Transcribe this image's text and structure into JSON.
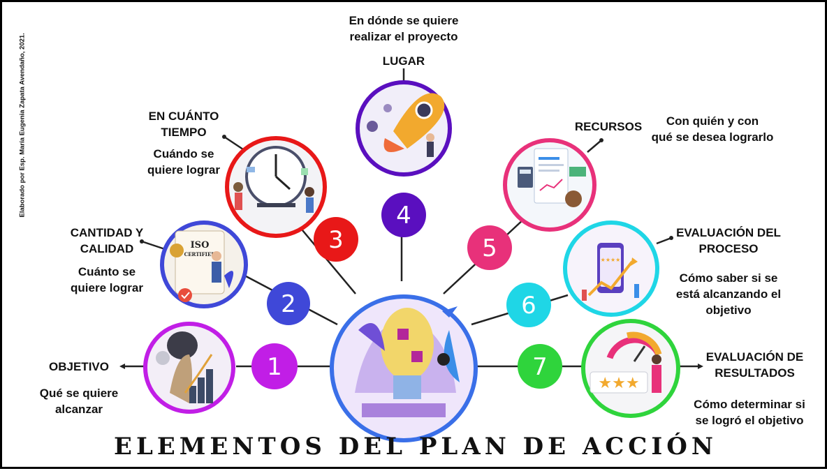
{
  "credit": "Elaborado por Esp. María Eugenia Zapata Avendaño, 2021.",
  "title": "ELEMENTOS DEL PLAN DE ACCIÓN",
  "elements": [
    {
      "number": "1",
      "heading": "OBJETIVO",
      "heading2": "",
      "description": "Qué se quiere",
      "description2": "alcanzar",
      "color": "#c11ee6"
    },
    {
      "number": "2",
      "heading": "CANTIDAD Y",
      "heading2": "CALIDAD",
      "description": "Cuánto se",
      "description2": "quiere lograr",
      "color": "#3f48d8"
    },
    {
      "number": "3",
      "heading": "EN CUÁNTO",
      "heading2": "TIEMPO",
      "description": "Cuándo se",
      "description2": "quiere lograr",
      "color": "#e81818"
    },
    {
      "number": "4",
      "heading": "LUGAR",
      "heading2": "",
      "description": "En dónde se quiere",
      "description2": "realizar el proyecto",
      "color": "#5a0fbf"
    },
    {
      "number": "5",
      "heading": "RECURSOS",
      "heading2": "",
      "description": "Con quién y con",
      "description2": "qué se desea lograrlo",
      "color": "#e8317a"
    },
    {
      "number": "6",
      "heading": "EVALUACIÓN DEL",
      "heading2": "PROCESO",
      "description": "Cómo saber si se",
      "description2": "está alcanzando el",
      "description3": "objetivo",
      "color": "#1fd6e6"
    },
    {
      "number": "7",
      "heading": "EVALUACIÓN DE",
      "heading2": "RESULTADOS",
      "description": "Cómo determinar si",
      "description2": "se logró el objetivo",
      "color": "#2fd43c"
    }
  ],
  "illustrations": [
    {
      "name": "objetivo-illustration-icon",
      "ring_color": "#c11ee6"
    },
    {
      "name": "iso-certified-illustration-icon",
      "ring_color": "#3f48d8",
      "label": "ISO",
      "label2": "CERTIFIED"
    },
    {
      "name": "clock-team-illustration-icon",
      "ring_color": "#e81818"
    },
    {
      "name": "rocket-illustration-icon",
      "ring_color": "#5a0fbf"
    },
    {
      "name": "finance-documents-illustration-icon",
      "ring_color": "#e8317a"
    },
    {
      "name": "growth-chart-illustration-icon",
      "ring_color": "#1fd6e6"
    },
    {
      "name": "rating-gauge-illustration-icon",
      "ring_color": "#2fd43c"
    },
    {
      "name": "lightbulb-puzzle-illustration-icon",
      "ring_color": "#3a6fe8"
    }
  ]
}
